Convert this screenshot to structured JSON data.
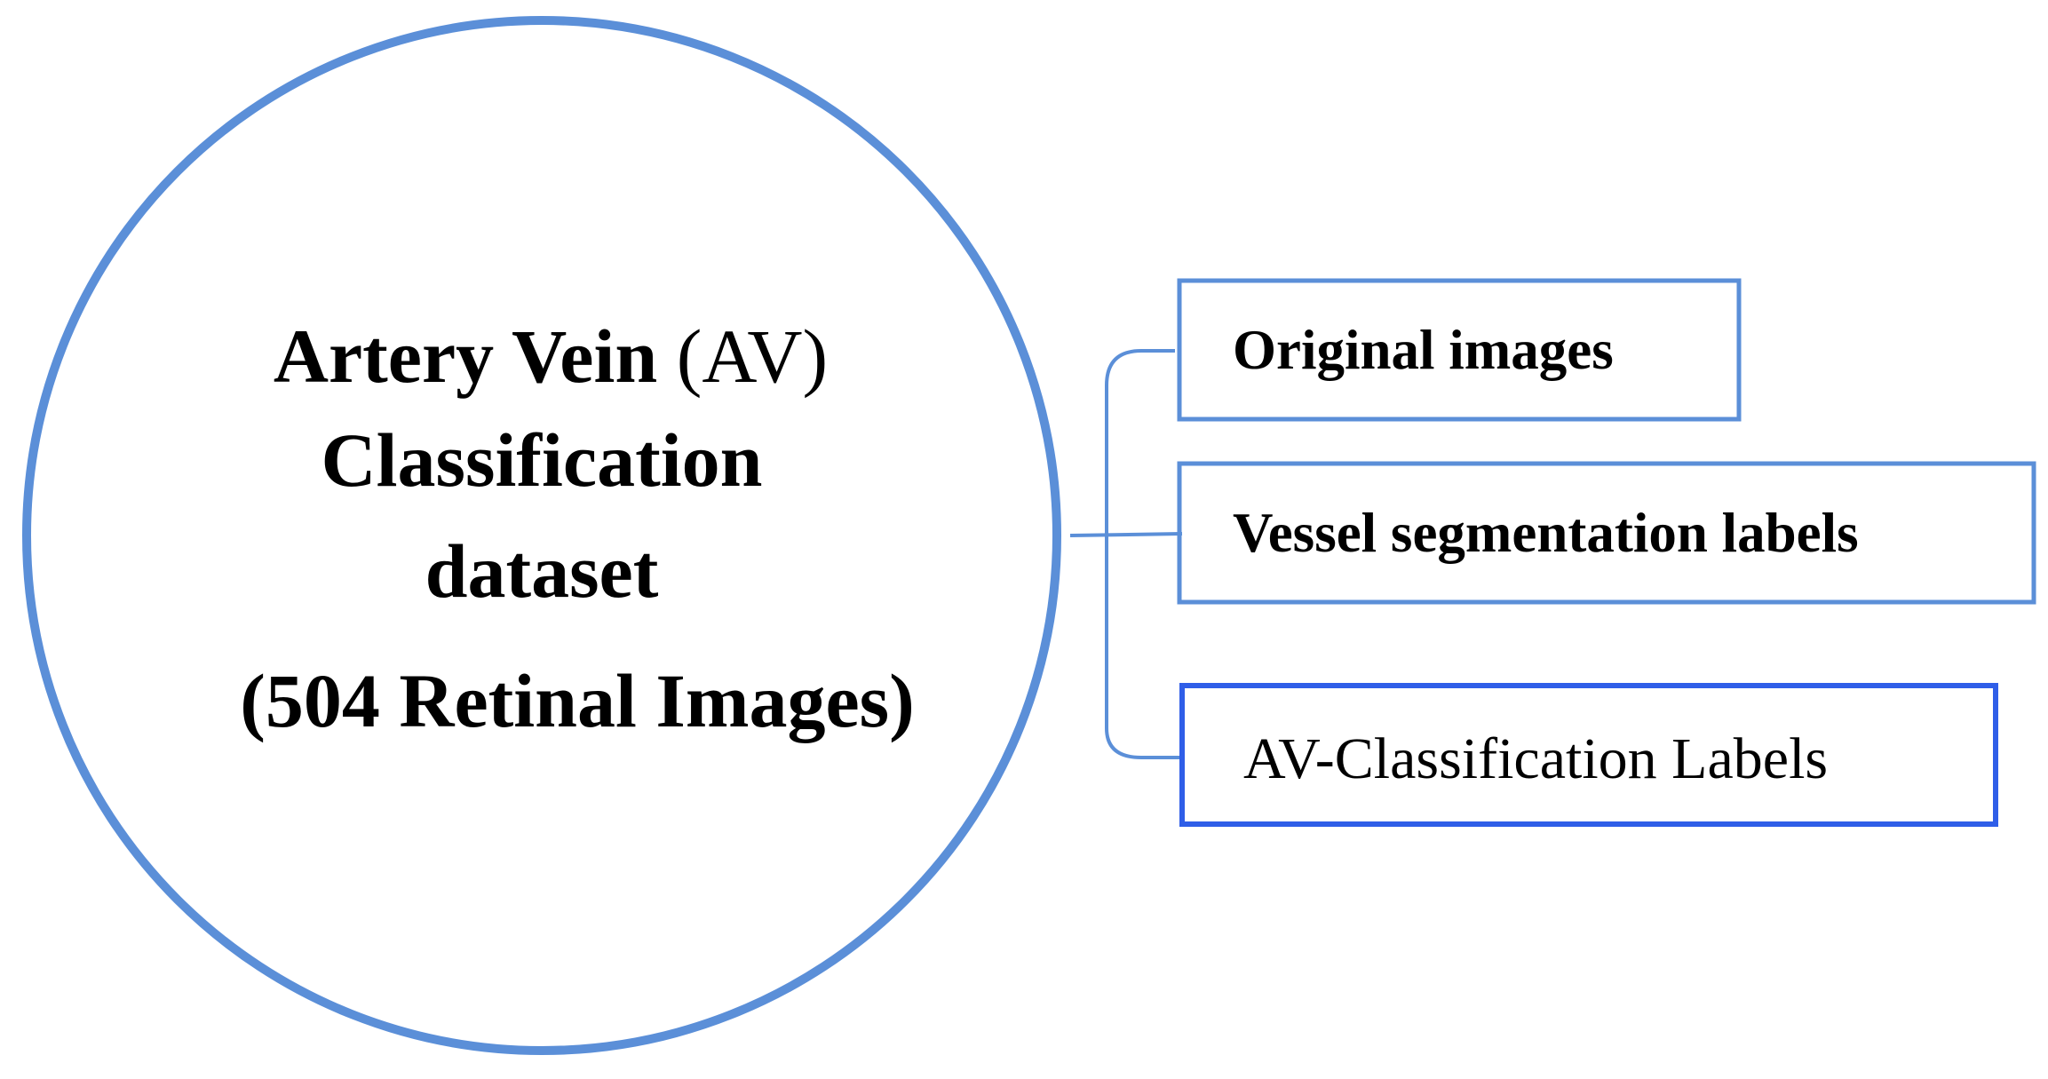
{
  "circle": {
    "line1_bold": "Artery Vein",
    "line1_normal": "(AV)",
    "line2": "Classification",
    "line3": "dataset",
    "line4": "(504 Retinal Images)"
  },
  "boxes": [
    {
      "label": "Original images"
    },
    {
      "label": "Vessel segmentation labels"
    },
    {
      "label": "AV-Classification Labels"
    }
  ],
  "colors": {
    "circle_stroke": "#5b8fd8",
    "connector": "#5b8fd8",
    "box_stroke_light": "#5b8fd8",
    "box_stroke_strong": "#2f5ee8",
    "text": "#000000"
  }
}
